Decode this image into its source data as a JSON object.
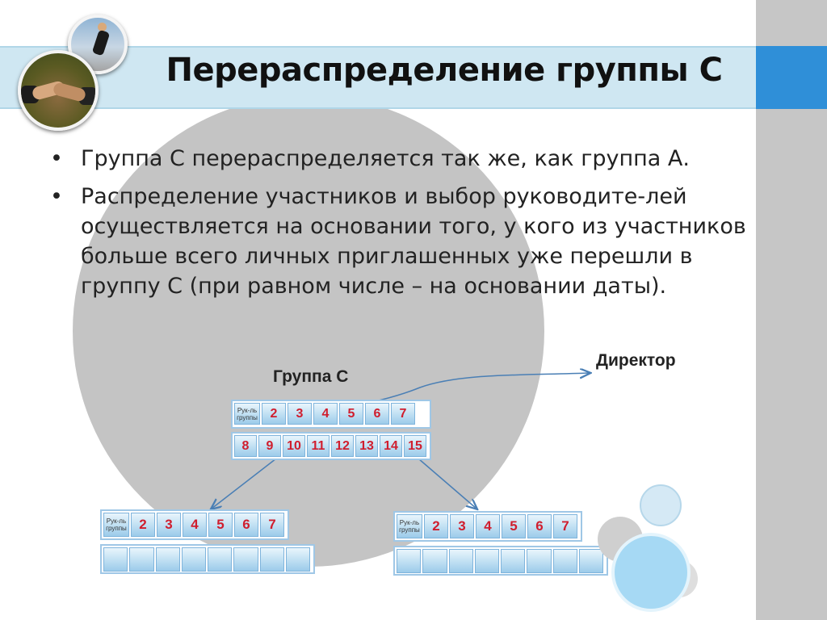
{
  "slide": {
    "title": "Перераспределение группы С",
    "bullets": [
      "Группа С перераспределяется так же, как группа А.",
      "Распределение участников и выбор руководите-лей осуществляется на основании того, у кого из участников больше всего личных приглашенных уже перешли в группу С (при равном числе – на основании даты)."
    ]
  },
  "diagram": {
    "group_label": "Группа С",
    "director_label": "Директор",
    "leader_cell": "Рук-ль группы",
    "main_row_1": [
      "2",
      "3",
      "4",
      "5",
      "6",
      "7"
    ],
    "main_row_2": [
      "8",
      "9",
      "10",
      "11",
      "12",
      "13",
      "14",
      "15"
    ],
    "left_row": [
      "2",
      "3",
      "4",
      "5",
      "6",
      "7"
    ],
    "right_row": [
      "2",
      "3",
      "4",
      "5",
      "6",
      "7"
    ]
  },
  "icons": {
    "photo_1": "businessman-running-photo",
    "photo_2": "handshake-photo"
  },
  "colors": {
    "title_band": "#cfe7f2",
    "accent_blue": "#2f8fd8",
    "side_bar": "#c6c6c6",
    "circle": "#c4c4c4",
    "cell_number": "#d01e2e",
    "arrow": "#4a7fb5"
  }
}
